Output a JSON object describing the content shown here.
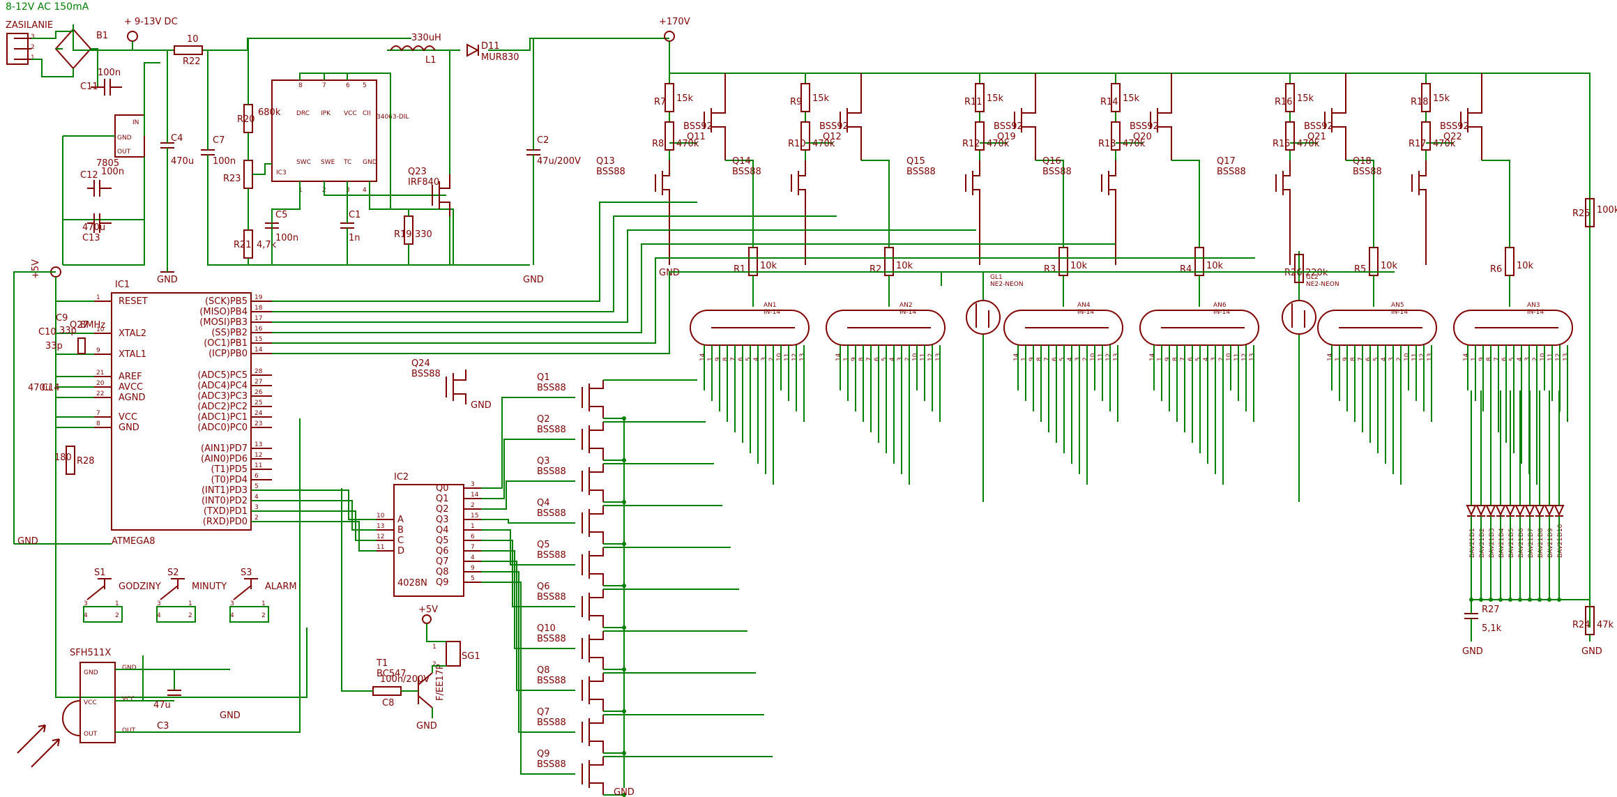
{
  "title": "8-12V AC 150mA",
  "power": {
    "connector": "ZASILANIE",
    "connector_pins": [
      "3",
      "2",
      "1"
    ],
    "bridge": "B1",
    "dc_in": "+ 9-13V DC",
    "plus5v": "+5V",
    "plus170v": "+170V",
    "gnd": "GND",
    "regulator": "7805",
    "reg_pins": [
      "GND",
      "IN",
      "OUT"
    ],
    "inductor": "330uH",
    "inductor_ref": "L1",
    "diode": "D11",
    "diode_val": "MUR830",
    "mosfet": "Q23",
    "mosfet_val": "IRF840",
    "ic3": "IC3",
    "ic3_part": "34063-DIL",
    "ic3_pins_top": [
      "DRC",
      "IPK",
      "VCC",
      "CII"
    ],
    "ic3_pins_bottom": [
      "SWC",
      "SWE",
      "TC",
      "GND"
    ],
    "ic3_nums_top": [
      "8",
      "7",
      "6",
      "5"
    ],
    "ic3_nums_bottom": [
      "1",
      "2",
      "3",
      "4"
    ]
  },
  "passives": [
    {
      "ref": "C11",
      "val": "100n"
    },
    {
      "ref": "C12",
      "val": "100n"
    },
    {
      "ref": "C13",
      "val": "470u"
    },
    {
      "ref": "C4",
      "val": "470u"
    },
    {
      "ref": "C7",
      "val": "100n"
    },
    {
      "ref": "C5",
      "val": "100n"
    },
    {
      "ref": "C1",
      "val": "1n"
    },
    {
      "ref": "C2",
      "val": "47u/200V"
    },
    {
      "ref": "R22",
      "val": "10"
    },
    {
      "ref": "R20",
      "val": "680k"
    },
    {
      "ref": "R23",
      "val": ""
    },
    {
      "ref": "R21",
      "val": "4,7k"
    },
    {
      "ref": "R19",
      "val": "330"
    },
    {
      "ref": "C9",
      "val": "33p"
    },
    {
      "ref": "C10",
      "val": "33p"
    },
    {
      "ref": "C14",
      "val": "470u"
    },
    {
      "ref": "R28",
      "val": "180"
    },
    {
      "ref": "C3",
      "val": "47u"
    },
    {
      "ref": "R27",
      "val": "5,1k"
    },
    {
      "ref": "C8",
      "val": "100n/200V"
    },
    {
      "ref": "R24",
      "val": "47k"
    },
    {
      "ref": "R25",
      "val": "100k"
    },
    {
      "ref": "R26",
      "val": "220k"
    },
    {
      "ref": "Q27",
      "val": "8MHz"
    }
  ],
  "mcu": {
    "ref": "IC1",
    "part": "ATMEGA8",
    "left_pins": [
      {
        "name": "RESET",
        "num": "1"
      },
      {
        "name": "XTAL2",
        "num": "10"
      },
      {
        "name": "XTAL1",
        "num": "9"
      },
      {
        "name": "AREF",
        "num": "21"
      },
      {
        "name": "AVCC",
        "num": "20"
      },
      {
        "name": "AGND",
        "num": "22"
      },
      {
        "name": "VCC",
        "num": "7"
      },
      {
        "name": "GND",
        "num": "8"
      }
    ],
    "right_pins": [
      {
        "name": "(SCK)PB5",
        "num": "19"
      },
      {
        "name": "(MISO)PB4",
        "num": "18"
      },
      {
        "name": "(MOSI)PB3",
        "num": "17"
      },
      {
        "name": "(SS)PB2",
        "num": "16"
      },
      {
        "name": "(OC1)PB1",
        "num": "15"
      },
      {
        "name": "(ICP)PB0",
        "num": "14"
      },
      {
        "name": "(ADC5)PC5",
        "num": "28"
      },
      {
        "name": "(ADC4)PC4",
        "num": "27"
      },
      {
        "name": "(ADC3)PC3",
        "num": "26"
      },
      {
        "name": "(ADC2)PC2",
        "num": "25"
      },
      {
        "name": "(ADC1)PC1",
        "num": "24"
      },
      {
        "name": "(ADC0)PC0",
        "num": "23"
      },
      {
        "name": "(AIN1)PD7",
        "num": "13"
      },
      {
        "name": "(AIN0)PD6",
        "num": "12"
      },
      {
        "name": "(T1)PD5",
        "num": "11"
      },
      {
        "name": "(T0)PD4",
        "num": "6"
      },
      {
        "name": "(INT1)PD3",
        "num": "5"
      },
      {
        "name": "(INT0)PD2",
        "num": "4"
      },
      {
        "name": "(TXD)PD1",
        "num": "3"
      },
      {
        "name": "(RXD)PD0",
        "num": "2"
      }
    ]
  },
  "decoder": {
    "ref": "IC2",
    "part": "4028N",
    "inputs": [
      {
        "name": "A",
        "num": "10"
      },
      {
        "name": "B",
        "num": "13"
      },
      {
        "name": "C",
        "num": "12"
      },
      {
        "name": "D",
        "num": "11"
      }
    ],
    "outputs": [
      {
        "name": "Q0",
        "num": "3"
      },
      {
        "name": "Q1",
        "num": "14"
      },
      {
        "name": "Q2",
        "num": "2"
      },
      {
        "name": "Q3",
        "num": "15"
      },
      {
        "name": "Q4",
        "num": "1"
      },
      {
        "name": "Q5",
        "num": "6"
      },
      {
        "name": "Q6",
        "num": "7"
      },
      {
        "name": "Q7",
        "num": "4"
      },
      {
        "name": "Q8",
        "num": "9"
      },
      {
        "name": "Q9",
        "num": "5"
      }
    ]
  },
  "cathode_fets": [
    {
      "ref": "Q1",
      "val": "BSS88"
    },
    {
      "ref": "Q2",
      "val": "BSS88"
    },
    {
      "ref": "Q3",
      "val": "BSS88"
    },
    {
      "ref": "Q4",
      "val": "BSS88"
    },
    {
      "ref": "Q5",
      "val": "BSS88"
    },
    {
      "ref": "Q6",
      "val": "BSS88"
    },
    {
      "ref": "Q10",
      "val": "BSS88"
    },
    {
      "ref": "Q8",
      "val": "BSS88"
    },
    {
      "ref": "Q7",
      "val": "BSS88"
    },
    {
      "ref": "Q9",
      "val": "BSS88"
    }
  ],
  "q24": {
    "ref": "Q24",
    "val": "BSS88"
  },
  "anode_drivers": [
    {
      "pref": "Q11",
      "pval": "BSS92",
      "nref": "Q13",
      "nval": "BSS88",
      "r_top": "R7",
      "r_top_val": "15k",
      "r_mid": "R8",
      "r_mid_val": "470k",
      "r_an": "R1",
      "r_an_val": "10k"
    },
    {
      "pref": "Q12",
      "pval": "BSS92",
      "nref": "Q14",
      "nval": "BSS88",
      "r_top": "R9",
      "r_top_val": "15k",
      "r_mid": "R10",
      "r_mid_val": "470k",
      "r_an": "R2",
      "r_an_val": "10k"
    },
    {
      "pref": "Q19",
      "pval": "BSS92",
      "nref": "Q15",
      "nval": "BSS88",
      "r_top": "R11",
      "r_top_val": "15k",
      "r_mid": "R12",
      "r_mid_val": "470k",
      "r_an": "R3",
      "r_an_val": "10k"
    },
    {
      "pref": "Q20",
      "pval": "BSS92",
      "nref": "Q16",
      "nval": "BSS88",
      "r_top": "R14",
      "r_top_val": "15k",
      "r_mid": "R13",
      "r_mid_val": "470k",
      "r_an": "R4",
      "r_an_val": "10k"
    },
    {
      "pref": "Q21",
      "pval": "BSS92",
      "nref": "Q17",
      "nval": "BSS88",
      "r_top": "R16",
      "r_top_val": "15k",
      "r_mid": "R15",
      "r_mid_val": "470k",
      "r_an": "R5",
      "r_an_val": "10k"
    },
    {
      "pref": "Q22",
      "pval": "BSS92",
      "nref": "Q18",
      "nval": "BSS88",
      "r_top": "R18",
      "r_top_val": "15k",
      "r_mid": "R17",
      "r_mid_val": "470k",
      "r_an": "R6",
      "r_an_val": "10k"
    }
  ],
  "tubes": [
    {
      "ref": "AN1",
      "val": "IN-14"
    },
    {
      "ref": "AN2",
      "val": "IN-14"
    },
    {
      "ref": "AN4",
      "val": "IN-14"
    },
    {
      "ref": "AN6",
      "val": "IN-14"
    },
    {
      "ref": "AN5",
      "val": "IN-14"
    },
    {
      "ref": "AN3",
      "val": "IN-14"
    }
  ],
  "tube_pins": [
    "14",
    "1",
    "9",
    "8",
    "7",
    "6",
    "5",
    "4",
    "3",
    "2",
    "10",
    "11",
    "12",
    "13"
  ],
  "neons": [
    {
      "ref": "GL1",
      "val": "NE2-NEON"
    },
    {
      "ref": "GL2",
      "val": "NE2-NEON"
    }
  ],
  "diodes": [
    "BAV21",
    "BAV21",
    "BAV21",
    "BAV21",
    "BAV21",
    "BAV21",
    "BAV21",
    "BAV21",
    "BAV21",
    "BAV21"
  ],
  "diode_refs": [
    "D1",
    "D2",
    "D3",
    "D4",
    "D5",
    "D6",
    "D7",
    "D8",
    "D9",
    "D10"
  ],
  "switches": [
    {
      "ref": "S1",
      "label": "GODZINY"
    },
    {
      "ref": "S2",
      "label": "MINUTY"
    },
    {
      "ref": "S3",
      "label": "ALARM"
    }
  ],
  "switch_pins": [
    "3",
    "1",
    "4",
    "2"
  ],
  "ir": {
    "ref": "SFH511X",
    "pins": [
      "GND",
      "VCC",
      "OUT"
    ]
  },
  "buzzer": {
    "ref": "SG1",
    "val": "F/EE17P",
    "pins": [
      "1",
      "2"
    ]
  },
  "t1": {
    "ref": "T1",
    "val": "BC547"
  }
}
